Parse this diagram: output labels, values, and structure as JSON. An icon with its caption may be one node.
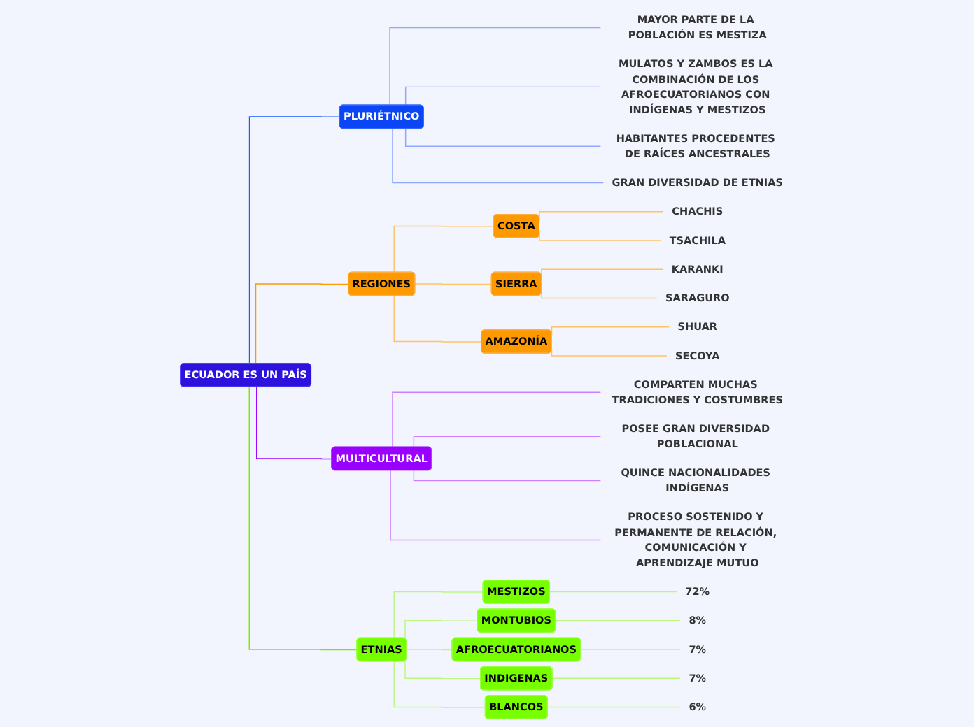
{
  "diagram": {
    "nodes": [
      {
        "text": [
          "ECUADOR ES UN PAÍS"
        ]
      },
      {
        "text": [
          "PLURIÉTNICO"
        ]
      },
      {
        "text": [
          "MAYOR PARTE DE LA POBLACIÓN ES MESTIZA"
        ]
      },
      {
        "text": [
          "MULATOS Y ZAMBOS ES LA COMBINACIÓN DE LOS AFROECUATORIANOS CON INDÍGENAS Y MESTIZOS"
        ]
      },
      {
        "text": [
          "HABITANTES PROCEDENTES DE RAÍCES ANCESTRALES"
        ]
      },
      {
        "text": [
          "GRAN DIVERSIDAD DE ETNIAS"
        ]
      },
      {
        "text": [
          "REGIONES"
        ]
      },
      {
        "text": [
          "COSTA"
        ]
      },
      {
        "text": [
          "CHACHIS"
        ]
      },
      {
        "text": [
          "TSACHILA"
        ]
      },
      {
        "text": [
          "SIERRA"
        ]
      },
      {
        "text": [
          "KARANKI"
        ]
      },
      {
        "text": [
          "SARAGURO"
        ]
      },
      {
        "text": [
          "AMAZONÍA"
        ]
      },
      {
        "text": [
          "SHUAR"
        ]
      },
      {
        "text": [
          "SECOYA"
        ]
      },
      {
        "text": [
          "MULTICULTURAL"
        ]
      },
      {
        "text": [
          "COMPARTEN MUCHAS TRADICIONES Y COSTUMBRES"
        ]
      },
      {
        "text": [
          "POSEE GRAN DIVERSIDAD POBLACIONAL"
        ]
      },
      {
        "text": [
          "QUINCE NACIONALIDADES INDÍGENAS"
        ]
      },
      {
        "text": [
          "PROCESO SOSTENIDO Y PERMANENTE DE RELACIÓN, COMUNICACIÓN Y APRENDIZAJE MUTUO"
        ]
      },
      {
        "text": [
          "ETNIAS"
        ]
      },
      {
        "text": [
          "MESTIZOS"
        ]
      },
      {
        "text": [
          "72%"
        ]
      },
      {
        "text": [
          "MONTUBIOS"
        ]
      },
      {
        "text": [
          "8%"
        ]
      },
      {
        "text": [
          "AFROECUATORIANOS"
        ]
      },
      {
        "text": [
          "7%"
        ]
      },
      {
        "text": [
          "INDIGENAS"
        ]
      },
      {
        "text": [
          "7%"
        ]
      },
      {
        "text": [
          "BLANCOS"
        ]
      },
      {
        "text": [
          "6%"
        ]
      }
    ],
    "edges": [
      {
        "from": 0,
        "to": 1,
        "arrow": "none",
        "color": "#1a5cff"
      },
      {
        "from": 1,
        "to": 2,
        "arrow": "none",
        "color": "#8fa8ff"
      },
      {
        "from": 1,
        "to": 3,
        "arrow": "none",
        "color": "#8fa8ff"
      },
      {
        "from": 1,
        "to": 4,
        "arrow": "none",
        "color": "#8fa8ff"
      },
      {
        "from": 1,
        "to": 5,
        "arrow": "none",
        "color": "#8fa8ff"
      },
      {
        "from": 0,
        "to": 6,
        "arrow": "none",
        "color": "#ff9900"
      },
      {
        "from": 6,
        "to": 7,
        "arrow": "none",
        "color": "#ffc266"
      },
      {
        "from": 7,
        "to": 8,
        "arrow": "none",
        "color": "#ffc266"
      },
      {
        "from": 7,
        "to": 9,
        "arrow": "none",
        "color": "#ffc266"
      },
      {
        "from": 6,
        "to": 10,
        "arrow": "none",
        "color": "#ffc266"
      },
      {
        "from": 10,
        "to": 11,
        "arrow": "none",
        "color": "#ffc266"
      },
      {
        "from": 10,
        "to": 12,
        "arrow": "none",
        "color": "#ffc266"
      },
      {
        "from": 6,
        "to": 13,
        "arrow": "none",
        "color": "#ffc266"
      },
      {
        "from": 13,
        "to": 14,
        "arrow": "none",
        "color": "#ffc266"
      },
      {
        "from": 13,
        "to": 15,
        "arrow": "none",
        "color": "#ffc266"
      },
      {
        "from": 0,
        "to": 16,
        "arrow": "none",
        "color": "#9900ff"
      },
      {
        "from": 16,
        "to": 17,
        "arrow": "none",
        "color": "#cc80ff"
      },
      {
        "from": 16,
        "to": 18,
        "arrow": "none",
        "color": "#cc80ff"
      },
      {
        "from": 16,
        "to": 19,
        "arrow": "none",
        "color": "#cc80ff"
      },
      {
        "from": 16,
        "to": 20,
        "arrow": "none",
        "color": "#cc80ff"
      },
      {
        "from": 0,
        "to": 21,
        "arrow": "none",
        "color": "#77ee00"
      },
      {
        "from": 21,
        "to": 22,
        "arrow": "none",
        "color": "#bbf77f"
      },
      {
        "from": 22,
        "to": 23,
        "arrow": "none",
        "color": "#bbf77f"
      },
      {
        "from": 21,
        "to": 24,
        "arrow": "none",
        "color": "#bbf77f"
      },
      {
        "from": 24,
        "to": 25,
        "arrow": "none",
        "color": "#bbf77f"
      },
      {
        "from": 21,
        "to": 26,
        "arrow": "none",
        "color": "#bbf77f"
      },
      {
        "from": 26,
        "to": 27,
        "arrow": "none",
        "color": "#bbf77f"
      },
      {
        "from": 21,
        "to": 28,
        "arrow": "none",
        "color": "#bbf77f"
      },
      {
        "from": 28,
        "to": 29,
        "arrow": "none",
        "color": "#bbf77f"
      },
      {
        "from": 21,
        "to": 30,
        "arrow": "none",
        "color": "#bbf77f"
      },
      {
        "from": 30,
        "to": 31,
        "arrow": "none",
        "color": "#bbf77f"
      }
    ]
  }
}
